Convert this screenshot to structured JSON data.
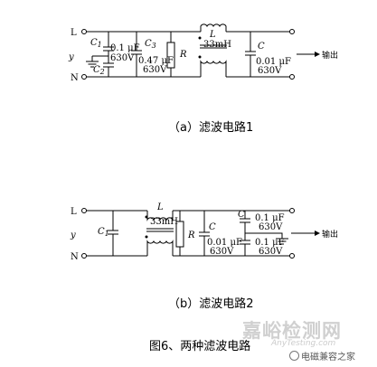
{
  "circuit_a": {
    "node_L": "L",
    "node_N": "N",
    "node_ground": "y",
    "c1_name": "C",
    "c1_sub": "1",
    "c1_value": "0.1 μF",
    "c1_voltage": "630V",
    "c2_name": "C",
    "c2_sub": "2",
    "c3_name": "C",
    "c3_sub": "3",
    "c3_value": "0.47 μF",
    "c3_voltage": "630V",
    "resistor": "R",
    "inductor_name": "L",
    "inductor_value": "33mH",
    "c4_name": "C",
    "c4_value": "0.01 μF",
    "c4_voltage": "630V",
    "output": "输出",
    "caption": "（a）滤波电路1"
  },
  "circuit_b": {
    "node_L": "L",
    "node_N": "N",
    "node_ground": "y",
    "c1_name": "C",
    "c1_sub": "1",
    "inductor_name": "L",
    "inductor_value": "33mH",
    "resistor": "R",
    "c2_name": "C",
    "c2_value": "0.01 μF",
    "c2_voltage": "630V",
    "c3_name": "C",
    "c3_value": "0.1 μF",
    "c3_voltage": "630V",
    "c4_value": "0.1 μF",
    "c4_voltage": "630V",
    "output": "输出",
    "caption": "（b）滤波电路2"
  },
  "figure_caption": "图6、两种滤波电路",
  "watermark": {
    "site": "嘉峪检测网",
    "url": "AnyTesting.com",
    "account": "电磁兼容之家"
  }
}
